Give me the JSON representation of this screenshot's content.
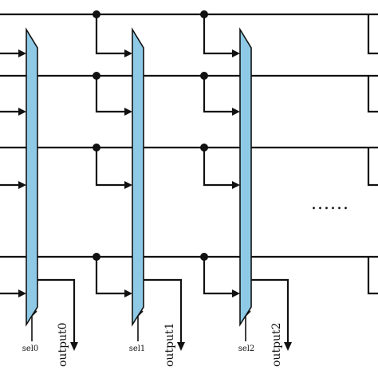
{
  "diagram": {
    "muxes": [
      {
        "sel_label": "sel0",
        "output_label": "output0"
      },
      {
        "sel_label": "sel1",
        "output_label": "output1"
      },
      {
        "sel_label": "sel2",
        "output_label": "output2"
      }
    ],
    "ellipsis": "......",
    "colors": {
      "mux_fill": "#8ecae6",
      "wire": "#111111"
    },
    "input_count": 4
  }
}
